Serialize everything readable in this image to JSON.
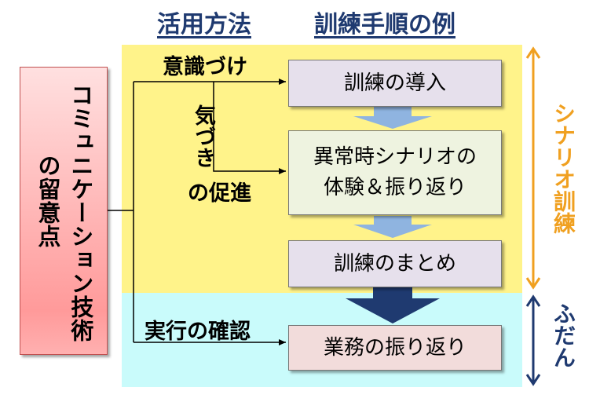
{
  "header": {
    "usage_title": "活用方法",
    "steps_title": "訓練手順の例"
  },
  "left_box": {
    "col1": "コミュニケーション技術",
    "col2": "の留意点"
  },
  "labels": {
    "awareness": "意識づけ",
    "prompt_col1": "気づき",
    "prompt_col2": "の促進",
    "confirm": "実行の確認"
  },
  "steps": {
    "intro": "訓練の導入",
    "scenario": "異常時シナリオの\n体験＆振り返り",
    "summary": "訓練のまとめ",
    "review": "業務の振り返り"
  },
  "side_labels": {
    "scenario_training": "シナリオ訓練",
    "daily": "ふだん"
  },
  "colors": {
    "yellow_band": "#fff38a",
    "cyan_band": "#c9fbfb",
    "header_text": "#1f3a70",
    "orange": "#f0a020",
    "navy": "#1f3a70",
    "light_arrow": "#8fb4e0"
  }
}
